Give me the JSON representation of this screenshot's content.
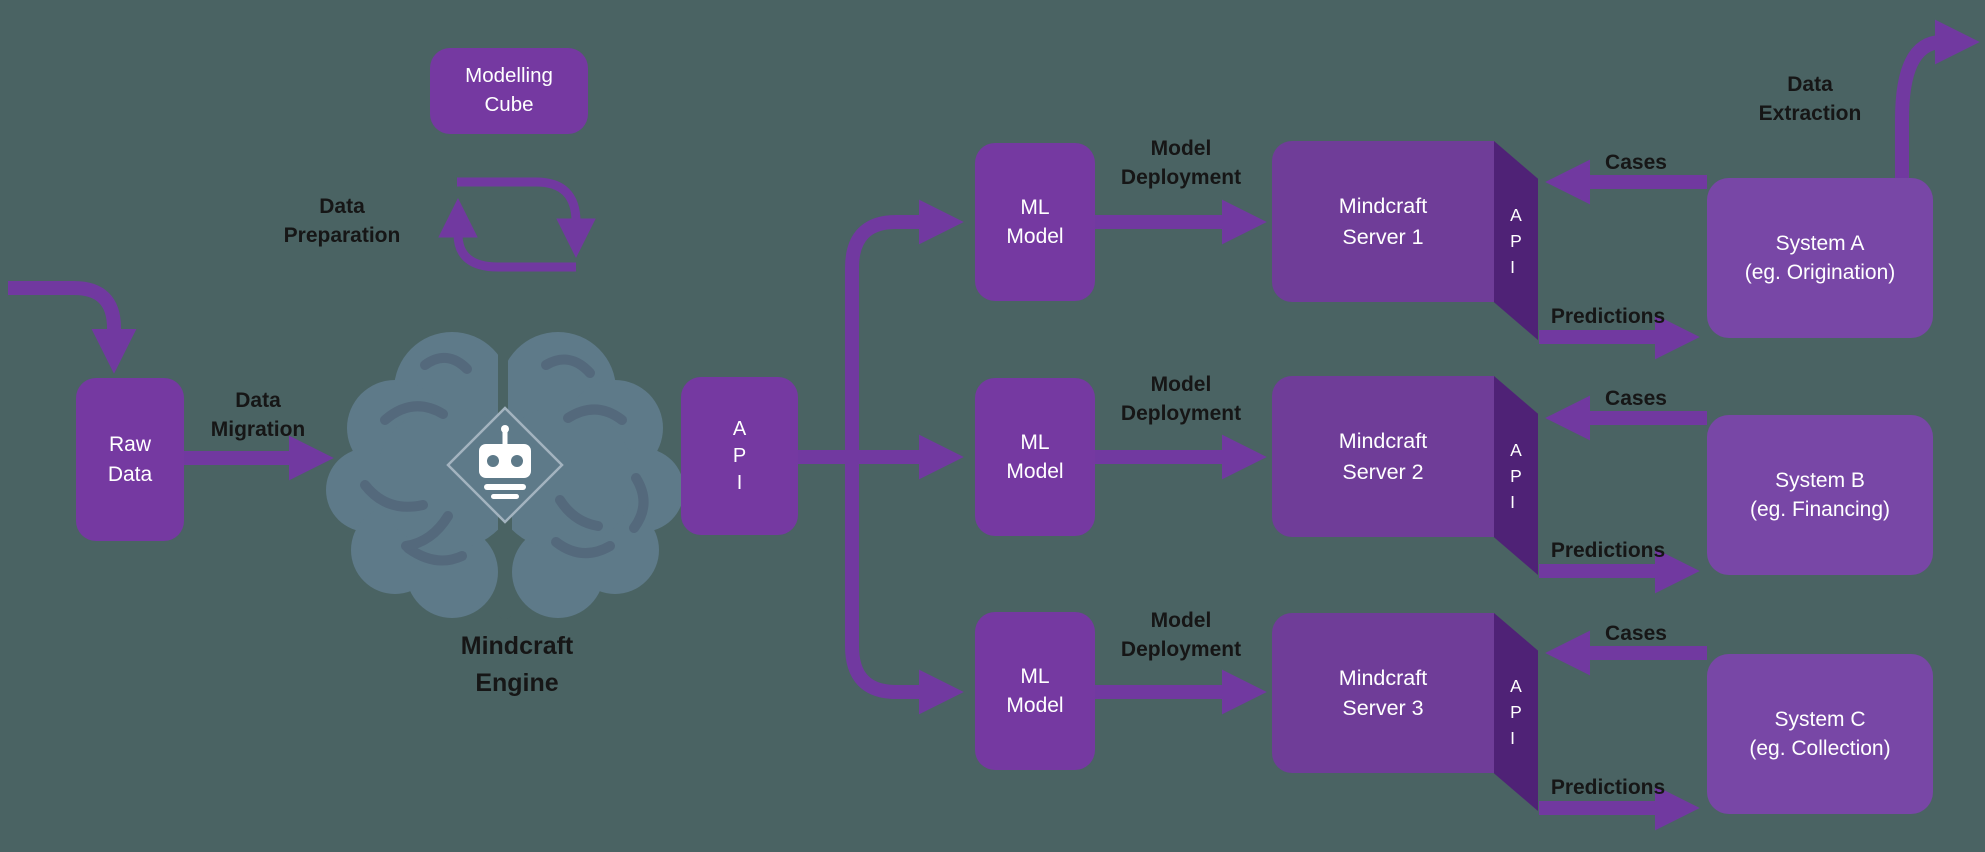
{
  "colors": {
    "background": "#4A6363",
    "box_purple": "#7539A1",
    "server_purple": "#6F3D98",
    "system_purple": "#7847A6",
    "flap_purple": "#4F2276",
    "arrow_purple": "#7139A0",
    "brain_fill": "#5E7A89",
    "brain_fold": "#54697C",
    "diamond_stroke": "#A3B3BF",
    "label_black": "#161616",
    "text_white": "#FFFFFF"
  },
  "left": {
    "modelling_cube": "Modelling\nCube",
    "data_preparation": "Data\nPreparation",
    "raw_data": "Raw\nData",
    "data_migration": "Data\nMigration"
  },
  "engine": {
    "title": "Mindcraft\nEngine",
    "api": "A\nP\nI"
  },
  "rows": [
    {
      "ml_model": "ML\nModel",
      "deployment": "Model\nDeployment",
      "server": "Mindcraft\nServer 1",
      "api": "A\nP\nI",
      "cases": "Cases",
      "predictions": "Predictions",
      "system": "System A\n(eg. Origination)"
    },
    {
      "ml_model": "ML\nModel",
      "deployment": "Model\nDeployment",
      "server": "Mindcraft\nServer 2",
      "api": "A\nP\nI",
      "cases": "Cases",
      "predictions": "Predictions",
      "system": "System B\n(eg. Financing)"
    },
    {
      "ml_model": "ML\nModel",
      "deployment": "Model\nDeployment",
      "server": "Mindcraft\nServer 3",
      "api": "A\nP\nI",
      "cases": "Cases",
      "predictions": "Predictions",
      "system": "System C\n(eg. Collection)"
    }
  ],
  "right": {
    "data_extraction": "Data\nExtraction"
  },
  "icons": {
    "brain": "brain-icon",
    "robot": "robot-icon",
    "cycle": "refresh-cycle-icon",
    "arrows": "flow-arrow"
  }
}
